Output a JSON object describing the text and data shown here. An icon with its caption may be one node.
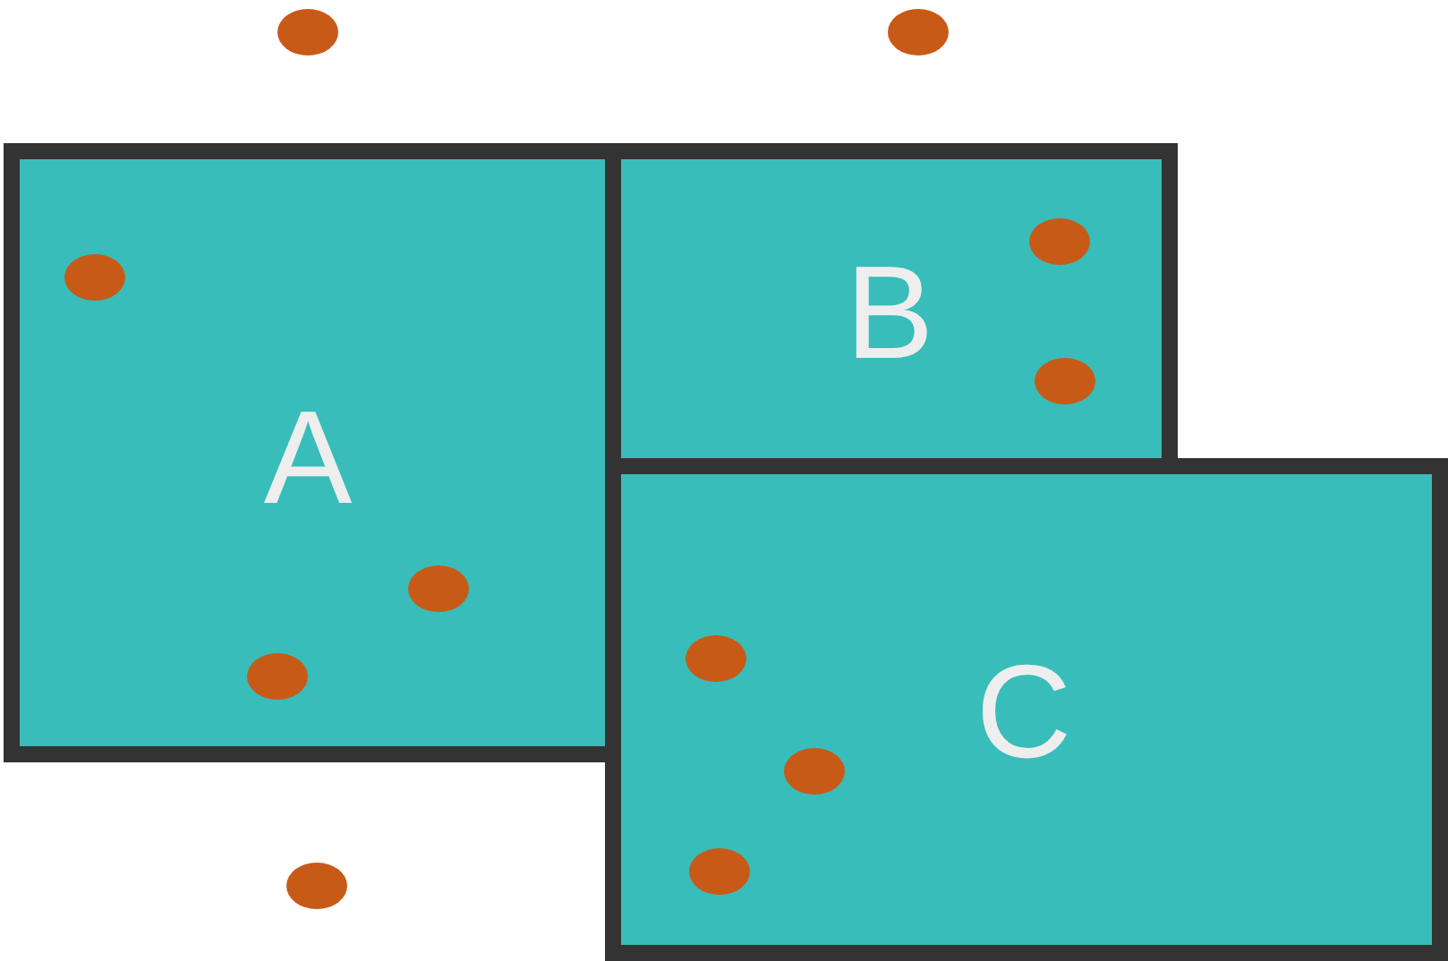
{
  "diagram": {
    "nodes": [
      {
        "text": [],
        "shape": "circle"
      },
      {
        "text": [],
        "shape": "circle"
      },
      {
        "text": [
          "A"
        ]
      },
      {
        "text": [],
        "shape": "circle",
        "in": 2
      },
      {
        "text": [],
        "shape": "circle",
        "in": 2
      },
      {
        "text": [],
        "shape": "circle",
        "in": 2
      },
      {
        "text": [
          "B"
        ]
      },
      {
        "text": [],
        "shape": "circle",
        "in": 6
      },
      {
        "text": [],
        "shape": "circle",
        "in": 6
      },
      {
        "text": [
          "C"
        ]
      },
      {
        "text": [],
        "shape": "circle",
        "in": 9
      },
      {
        "text": [],
        "shape": "circle",
        "in": 9
      },
      {
        "text": [],
        "shape": "circle",
        "in": 9
      },
      {
        "text": [],
        "shape": "circle"
      }
    ]
  }
}
